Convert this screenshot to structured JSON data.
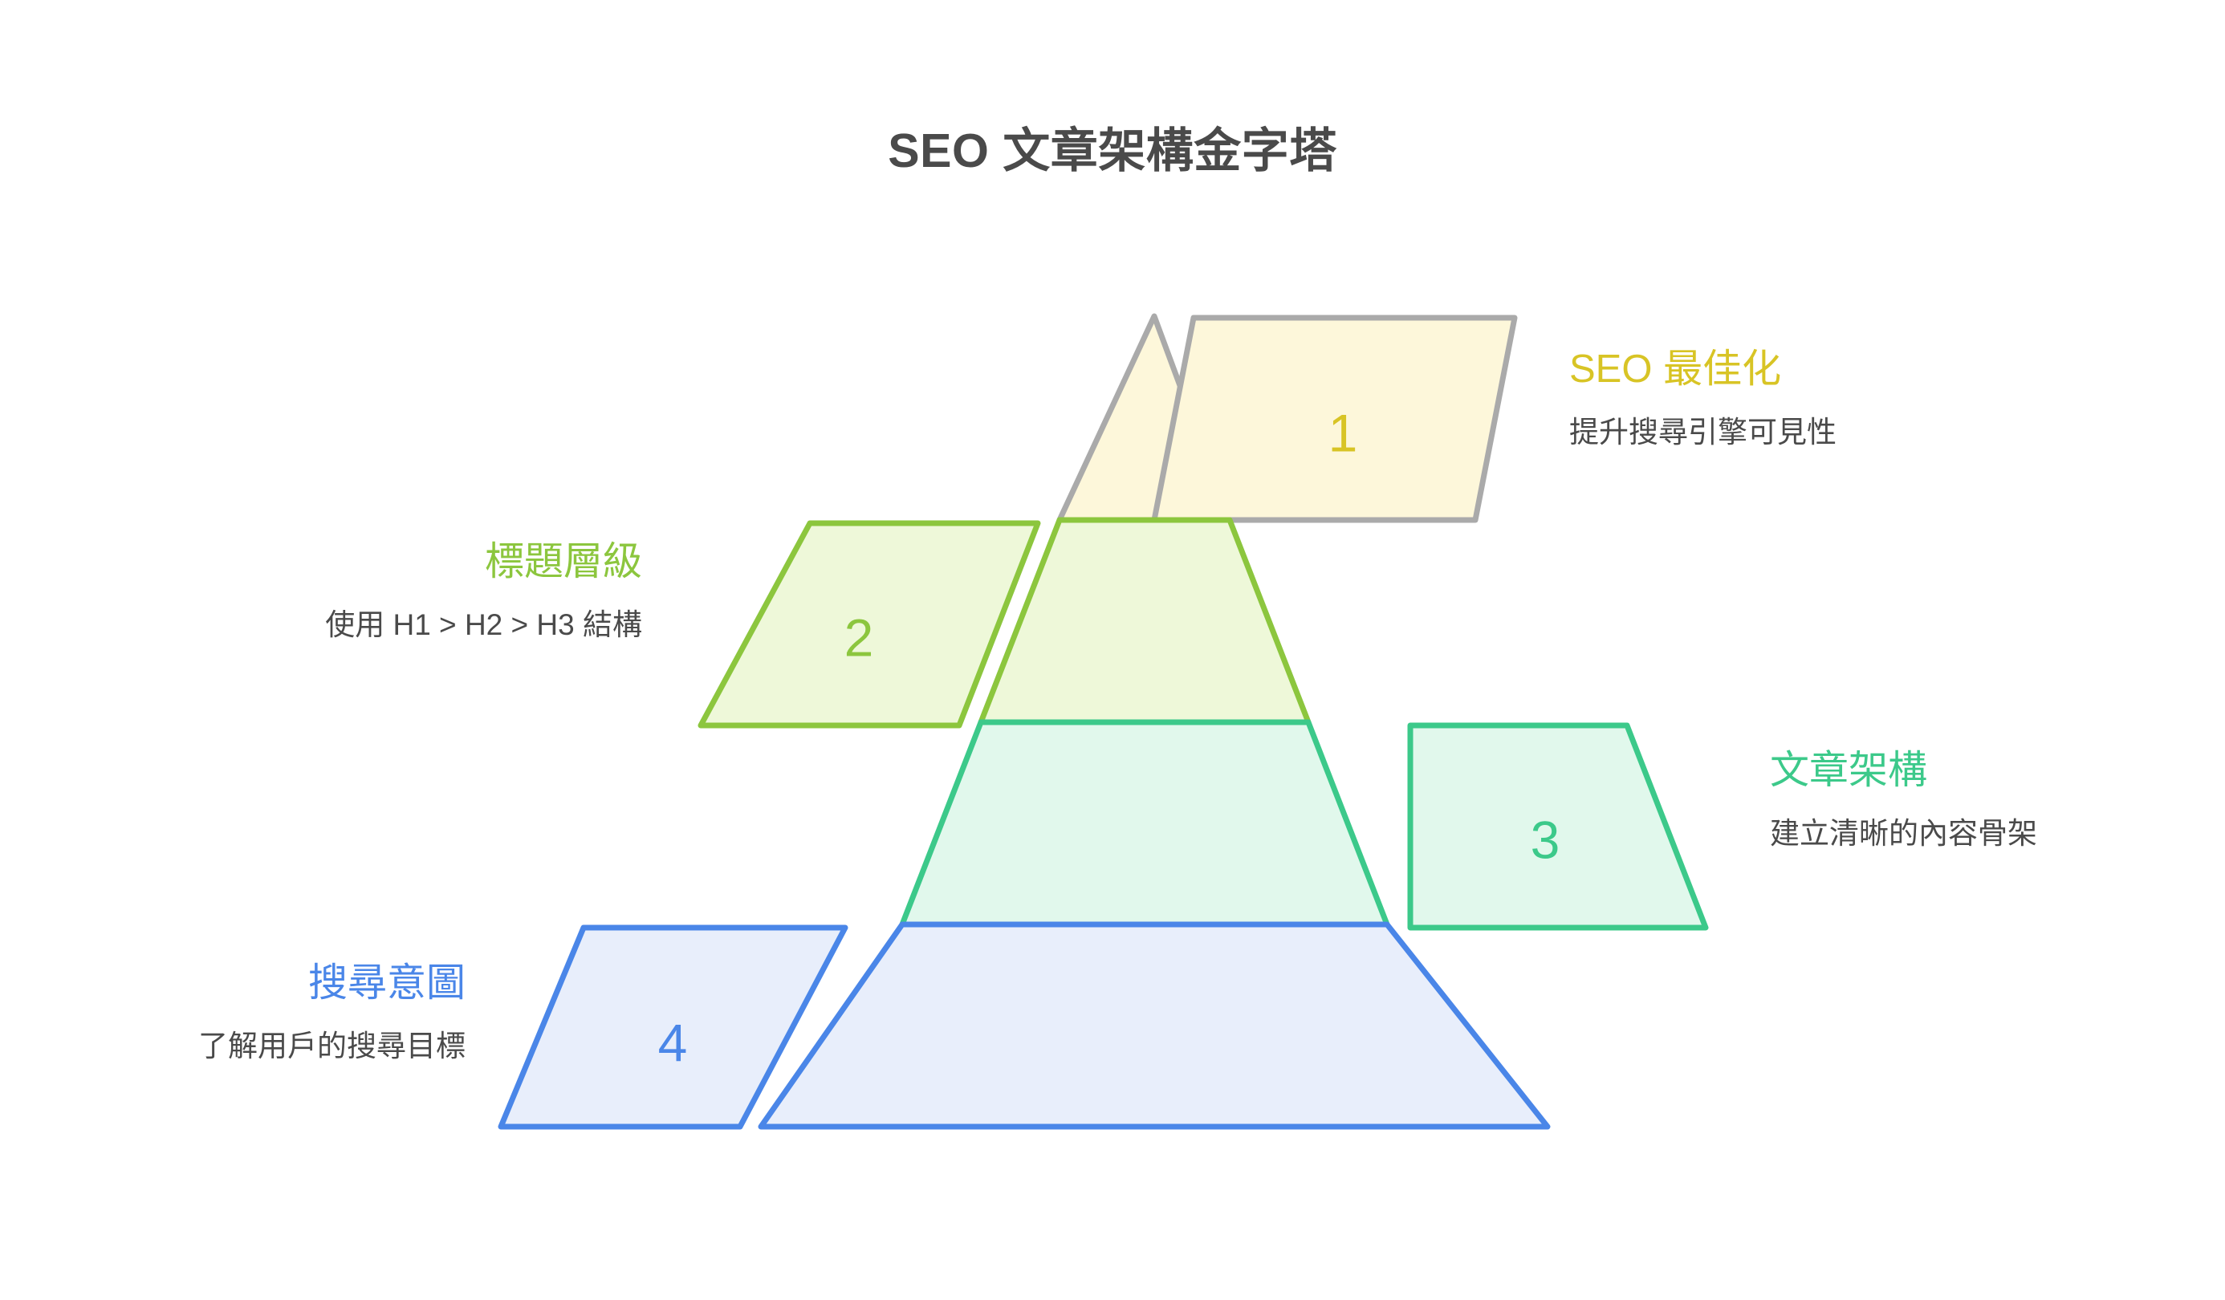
{
  "title": "SEO 文章架構金字塔",
  "background": "#ffffff",
  "title_color": "#4a4a4a",
  "description_color": "#4a4a4a",
  "levels": [
    {
      "number": "1",
      "title": "SEO 最佳化",
      "description": "提升搜尋引擎可見性",
      "side": "right",
      "accent": "#d8c425",
      "stroke": "#aaaaaa",
      "fill": "#fdf7da"
    },
    {
      "number": "2",
      "title": "標題層級",
      "description": "使用 H1 > H2 > H3 結構",
      "side": "left",
      "accent": "#8cc63e",
      "stroke": "#8cc63e",
      "fill": "#eef8d9"
    },
    {
      "number": "3",
      "title": "文章架構",
      "description": "建立清晰的內容骨架",
      "side": "right",
      "accent": "#3cc98a",
      "stroke": "#3cc98a",
      "fill": "#e1f8ec"
    },
    {
      "number": "4",
      "title": "搜尋意圖",
      "description": "了解用戶的搜尋目標",
      "side": "left",
      "accent": "#4a86e8",
      "stroke": "#4a86e8",
      "fill": "#e8eefb"
    }
  ],
  "chart_data": {
    "type": "pyramid",
    "title": "SEO 文章架構金字塔",
    "levels": [
      {
        "rank": 1,
        "label": "SEO 最佳化",
        "detail": "提升搜尋引擎可見性",
        "color": "#d8c425"
      },
      {
        "rank": 2,
        "label": "標題層級",
        "detail": "使用 H1 > H2 > H3 結構",
        "color": "#8cc63e"
      },
      {
        "rank": 3,
        "label": "文章架構",
        "detail": "建立清晰的內容骨架",
        "color": "#3cc98a"
      },
      {
        "rank": 4,
        "label": "搜尋意圖",
        "detail": "了解用戶的搜尋目標",
        "color": "#4a86e8"
      }
    ]
  }
}
